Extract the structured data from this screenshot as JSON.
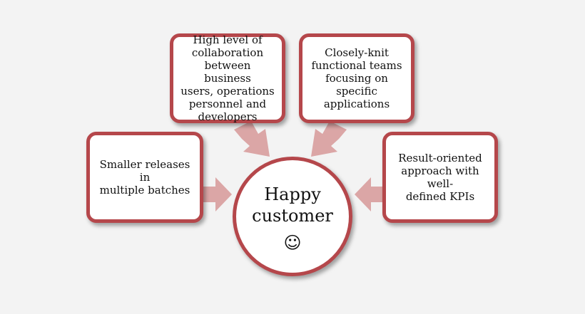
{
  "colors": {
    "border": "#b5474b",
    "arrow": "#dba6a6",
    "background": "#f3f3f3",
    "box_fill": "#ffffff"
  },
  "center": {
    "title": "Happy\ncustomer",
    "emoji": "☺",
    "icon": "smiley-icon"
  },
  "boxes": {
    "top_left": "High level of\ncollaboration\nbetween business\nusers, operations\npersonnel and\ndevelopers",
    "top_right": "Closely-knit\nfunctional teams\nfocusing on specific\napplications",
    "left": "Smaller releases in\nmultiple batches",
    "right": "Result-oriented\napproach with well-\ndefined KPIs"
  }
}
